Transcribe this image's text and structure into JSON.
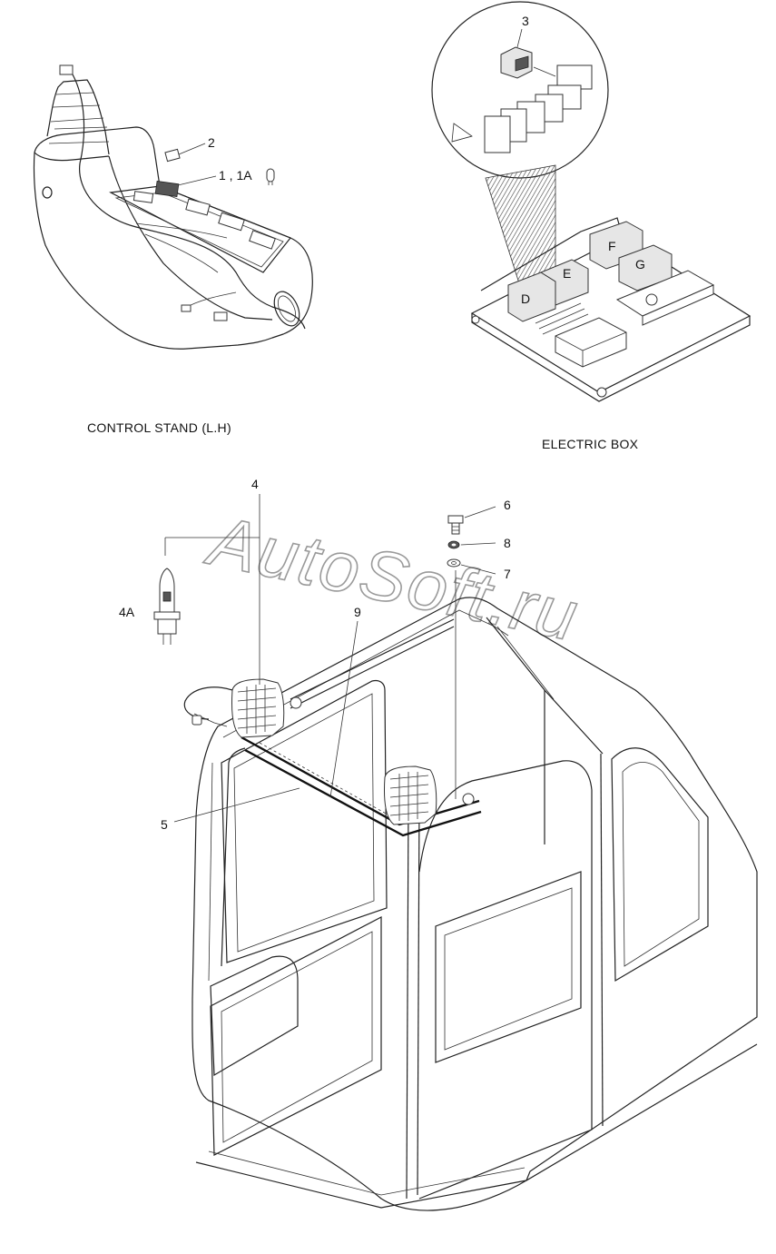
{
  "watermark": "AutoSoft.ru",
  "captions": {
    "control_stand": "CONTROL STAND (L.H)",
    "electric_box": "ELECTRIC BOX"
  },
  "callouts": {
    "c1": "1 , 1A",
    "c2": "2",
    "c3": "3",
    "c4": "4",
    "c4a": "4A",
    "c5": "5",
    "c6": "6",
    "c7": "7",
    "c8": "8",
    "c9": "9"
  },
  "relay_letters": {
    "d": "D",
    "e": "E",
    "f": "F",
    "g": "G"
  },
  "icons": [
    "bulb-icon",
    "halogen-bulb-icon",
    "relay-icon",
    "bolt-icon",
    "washer-icon",
    "lock-washer-icon",
    "work-lamp-icon"
  ]
}
